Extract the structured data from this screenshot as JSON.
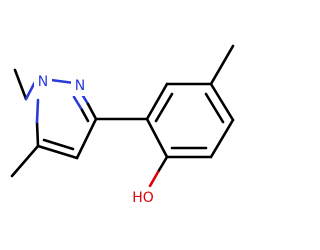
{
  "molecule": {
    "atoms": {
      "n1": {
        "label": "N",
        "color": "#2a3bd9"
      },
      "n2": {
        "label": "N",
        "color": "#2a3bd9"
      },
      "o": {
        "label": "HO",
        "color": "#e0000a"
      }
    }
  }
}
